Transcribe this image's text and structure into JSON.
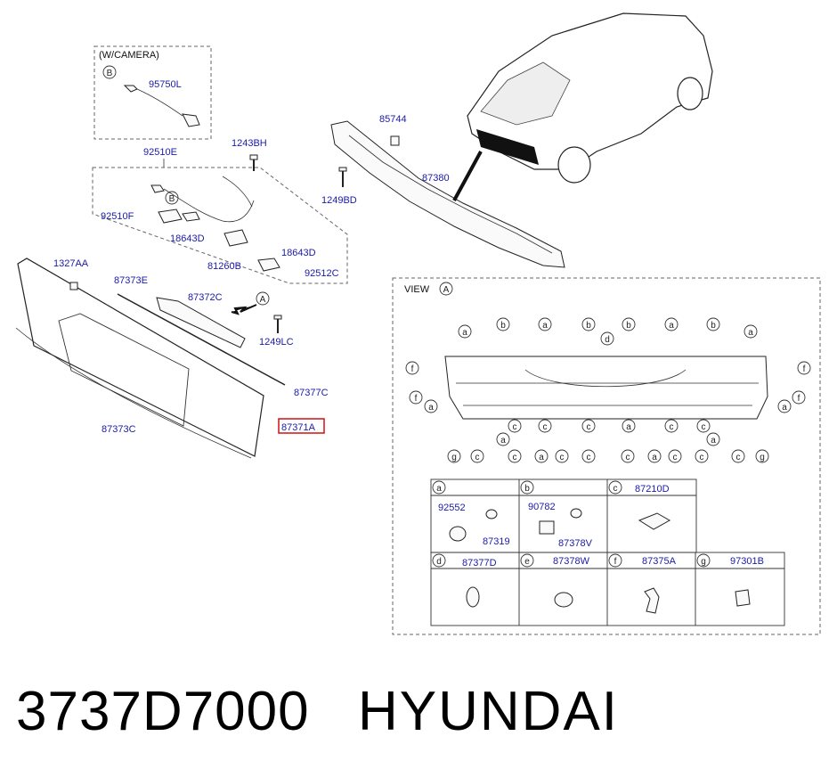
{
  "header": {
    "camera_label": "(W/CAMERA)",
    "view_label": "VIEW"
  },
  "parts": {
    "p95750L": "95750L",
    "p92510E": "92510E",
    "p1243BH": "1243BH",
    "p85744": "85744",
    "p87380": "87380",
    "p1249BD": "1249BD",
    "p92510F": "92510F",
    "p18643D_1": "18643D",
    "p18643D_2": "18643D",
    "p81260B": "81260B",
    "p92512C": "92512C",
    "p1327AA": "1327AA",
    "p87373E": "87373E",
    "p87372C": "87372C",
    "p1249LC": "1249LC",
    "p87377C": "87377C",
    "p87373C": "87373C",
    "p87371A": "87371A"
  },
  "table": {
    "a": {
      "letter": "a",
      "parts": [
        "92552",
        "87319"
      ]
    },
    "b": {
      "letter": "b",
      "parts": [
        "90782",
        "87378V"
      ]
    },
    "c": {
      "letter": "c",
      "parts": [
        "87210D"
      ]
    },
    "d": {
      "letter": "d",
      "parts": [
        "87377D"
      ]
    },
    "e": {
      "letter": "e",
      "parts": [
        "87378W"
      ]
    },
    "f": {
      "letter": "f",
      "parts": [
        "87375A"
      ]
    },
    "g": {
      "letter": "g",
      "parts": [
        "97301B"
      ]
    }
  },
  "callouts": {
    "view_ref": "A",
    "cam_b": "B",
    "harness_b": "B",
    "top_row": [
      "a",
      "b",
      "a",
      "b",
      "b",
      "a",
      "b",
      "a"
    ],
    "bottom_row": [
      "g",
      "c",
      "c",
      "a",
      "c",
      "c",
      "c",
      "a",
      "c",
      "c",
      "c",
      "g"
    ],
    "mid_lower": [
      "a",
      "c",
      "c",
      "c",
      "a",
      "c",
      "c",
      "a"
    ],
    "side_left": [
      "f",
      "f",
      "a"
    ],
    "side_right": [
      "f",
      "f",
      "a"
    ],
    "d_marker": "d"
  },
  "footer": {
    "part_number": "3737D7000",
    "brand": "HYUNDAI"
  }
}
